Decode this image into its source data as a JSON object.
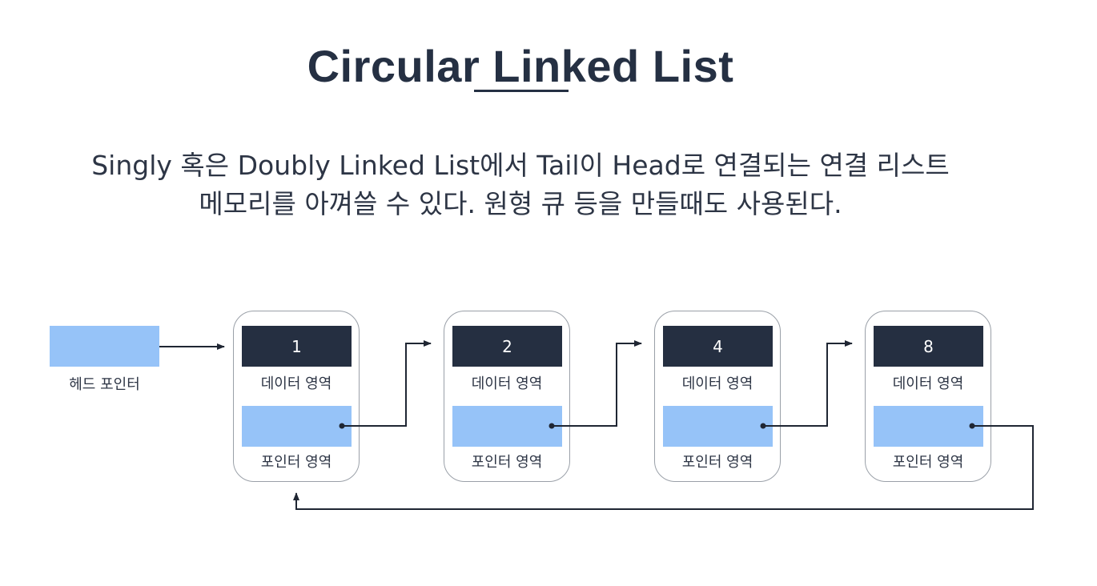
{
  "title": "Circular Linked List",
  "description": {
    "line1": "Singly 혹은 Doubly Linked List에서 Tail이 Head로 연결되는 연결 리스트",
    "line2": "메모리를 아껴쓸 수 있다. 원형 큐 등을 만들때도 사용된다."
  },
  "head_pointer": {
    "label": "헤드 포인터"
  },
  "nodes": [
    {
      "value": "1",
      "data_label": "데이터 영역",
      "pointer_label": "포인터 영역"
    },
    {
      "value": "2",
      "data_label": "데이터 영역",
      "pointer_label": "포인터 영역"
    },
    {
      "value": "4",
      "data_label": "데이터 영역",
      "pointer_label": "포인터 영역"
    },
    {
      "value": "8",
      "data_label": "데이터 영역",
      "pointer_label": "포인터 영역"
    }
  ],
  "colors": {
    "data_box": "#252f41",
    "pointer_box": "#96c3f8",
    "text": "#2d3545"
  }
}
